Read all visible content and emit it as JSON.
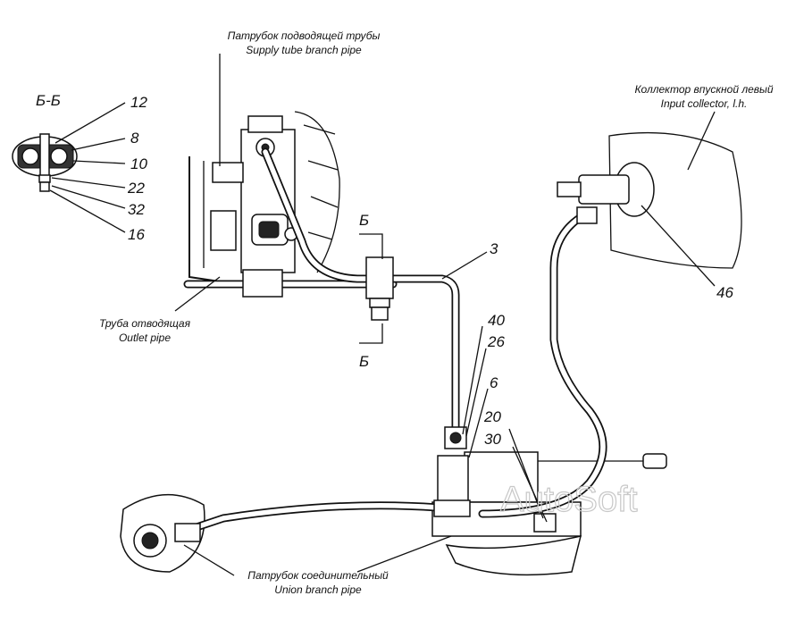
{
  "section_label": "Б-Б",
  "callouts": {
    "c12": "12",
    "c8": "8",
    "c10": "10",
    "c22": "22",
    "c32": "32",
    "c16": "16",
    "c3": "3",
    "c40": "40",
    "c26": "26",
    "c6": "6",
    "c20": "20",
    "c30": "30",
    "c46": "46"
  },
  "section_marks": {
    "top": "Б",
    "bottom": "Б"
  },
  "captions": {
    "supply_ru": "Патрубок подводящей трубы",
    "supply_en": "Supply tube branch pipe",
    "collector_ru": "Коллектор впускной левый",
    "collector_en": "Input collector, l.h.",
    "outlet_ru": "Труба отводящая",
    "outlet_en": "Outlet pipe",
    "union_ru": "Патрубок соединительный",
    "union_en": "Union branch pipe"
  },
  "watermark": "AutoSoft"
}
